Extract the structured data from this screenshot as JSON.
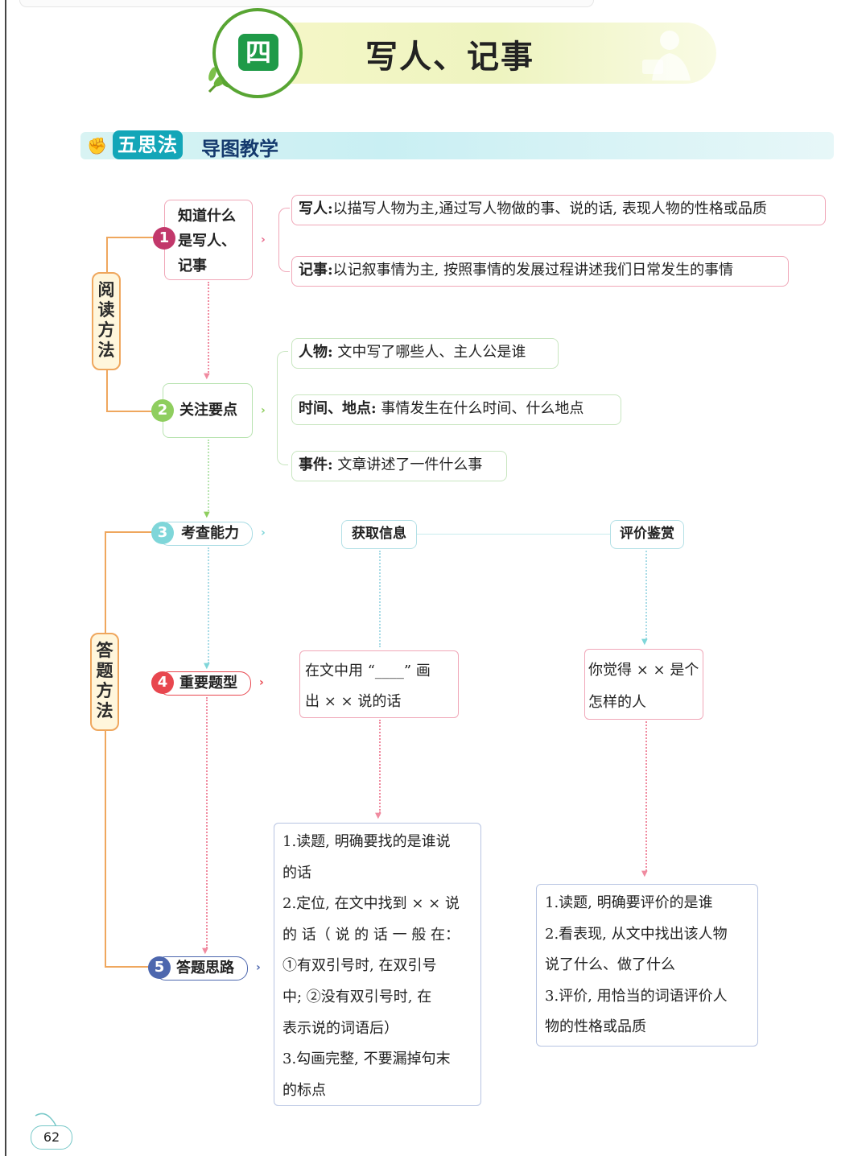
{
  "header": {
    "chapter_number": "四",
    "chapter_title": "写人、记事"
  },
  "section": {
    "method_name": "五思法",
    "label": "导图教学"
  },
  "categories": {
    "reading": "阅读方法",
    "answering": "答题方法"
  },
  "nodes": [
    {
      "num": "1",
      "label_lines": [
        "知道什么",
        "是写人、",
        "记事"
      ]
    },
    {
      "num": "2",
      "label": "关注要点"
    },
    {
      "num": "3",
      "label": "考查能力"
    },
    {
      "num": "4",
      "label": "重要题型"
    },
    {
      "num": "5",
      "label": "答题思路"
    }
  ],
  "definitions": [
    {
      "term": "写人:",
      "text": "以描写人物为主,通过写人物做的事、说的话, 表现人物的性格或品质"
    },
    {
      "term": "记事:",
      "text": "以记叙事情为主, 按照事情的发展过程讲述我们日常发生的事情"
    }
  ],
  "key_points": [
    {
      "term": "人物:",
      "text": " 文中写了哪些人、主人公是谁"
    },
    {
      "term": "时间、地点:",
      "text": " 事情发生在什么时间、什么地点"
    },
    {
      "term": "事件:",
      "text": " 文章讲述了一件什么事"
    }
  ],
  "abilities": [
    "获取信息",
    "评价鉴赏"
  ],
  "question_types": [
    {
      "lines": [
        "在文中用 “____” 画",
        "出 × × 说的话"
      ]
    },
    {
      "lines": [
        "你觉得 × × 是个",
        "怎样的人"
      ]
    }
  ],
  "approaches": [
    {
      "lines": [
        "1.读题, 明确要找的是谁说",
        "的话",
        "2.定位, 在文中找到 × × 说",
        "的 话（ 说 的 话 一 般 在：",
        "①有双引号时, 在双引号",
        "中; ②没有双引号时, 在",
        "表示说的词语后）",
        "3.勾画完整, 不要漏掉句末",
        "的标点"
      ]
    },
    {
      "lines": [
        "1.读题, 明确要评价的是谁",
        "2.看表现, 从文中找出该人物",
        "说了什么、做了什么",
        "3.评价, 用恰当的词语评价人",
        "物的性格或品质"
      ]
    }
  ],
  "page_number": "62",
  "colors": {
    "green_brand": "#1f9a48",
    "badge_1": "#c2386b",
    "badge_2": "#8fce5f",
    "badge_3": "#7fd6d9",
    "badge_4": "#e8474f",
    "badge_5": "#4d67ae",
    "orange_line": "#efa75e"
  }
}
